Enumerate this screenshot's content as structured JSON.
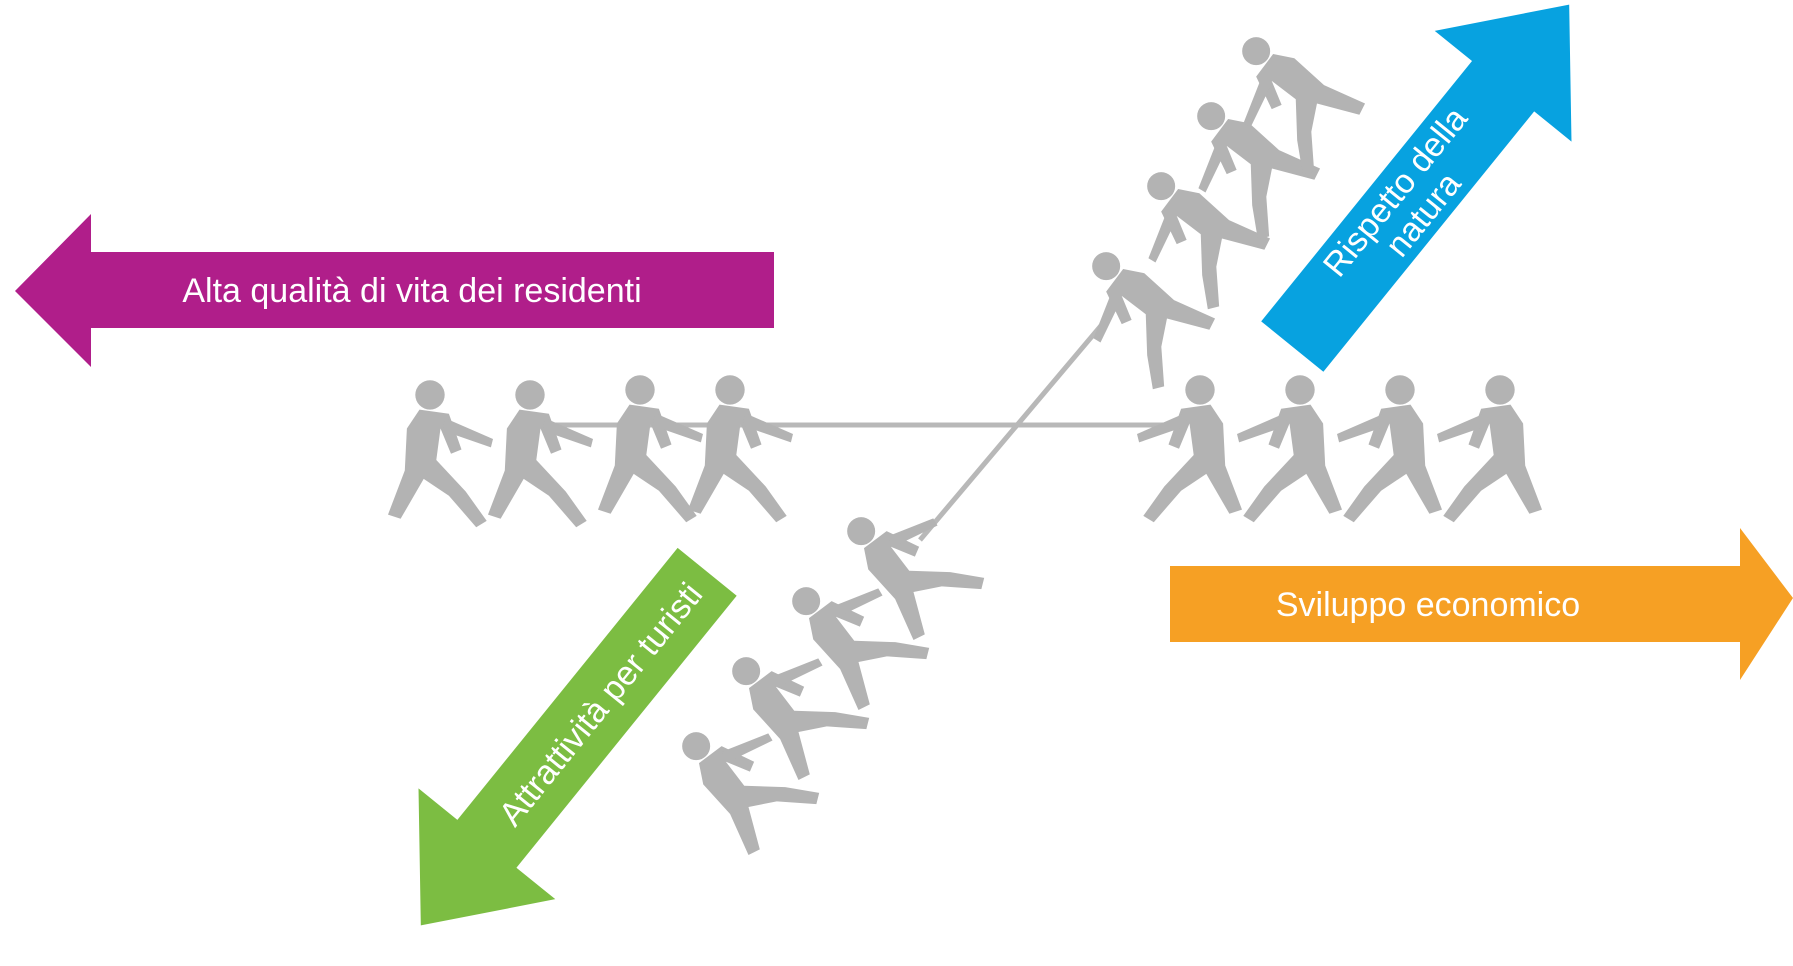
{
  "arrows": {
    "quality_of_life": {
      "label": "Alta qualità di vita dei residenti",
      "color": "#b01e8a"
    },
    "respect_nature": {
      "label_line1": "Rispetto della",
      "label_line2": "natura",
      "color": "#07a2e0"
    },
    "economic_development": {
      "label": "Sviluppo economico",
      "color": "#f6a024"
    },
    "tourist_attractiveness": {
      "label": "Attrattività per turisti",
      "color": "#7cbd42"
    }
  },
  "icons": {
    "figures": "tug-of-war-silhouette-icon",
    "rope": "rope"
  },
  "colors": {
    "figure_gray": "#b3b3b3"
  }
}
